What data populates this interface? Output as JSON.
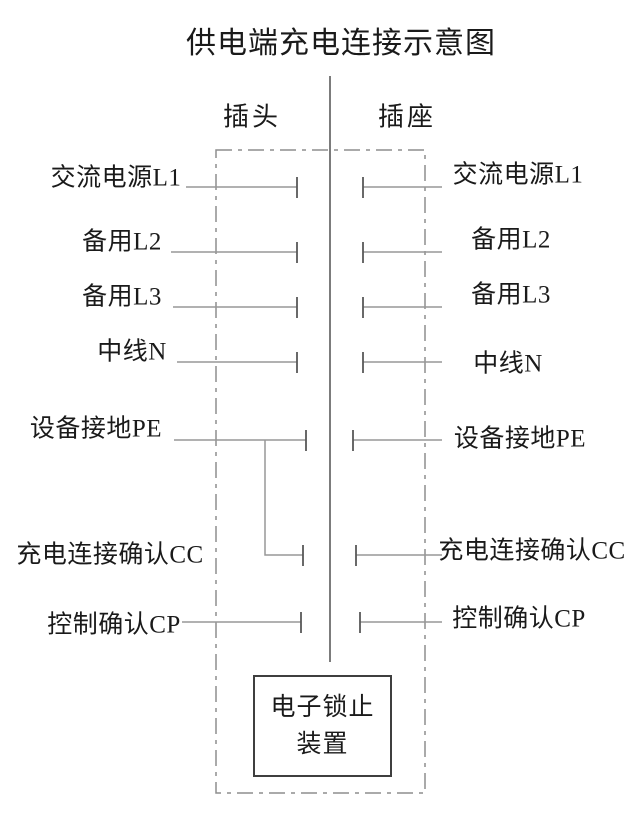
{
  "title": "供电端充电连接示意图",
  "columns": {
    "plug": "插头",
    "socket": "插座"
  },
  "rows": [
    {
      "label": "交流电源L1"
    },
    {
      "label": "备用L2"
    },
    {
      "label": "备用L3"
    },
    {
      "label": "中线N"
    },
    {
      "label": "设备接地PE"
    },
    {
      "label": "充电连接确认CC"
    },
    {
      "label": "控制确认CP"
    }
  ],
  "lock_box": {
    "line1": "电子锁止",
    "line2": "装置"
  },
  "colors": {
    "background": "#ffffff",
    "text": "#1a1a1a",
    "row_line": "#979797",
    "contact_tick": "#585858",
    "dashed_boundary": "#8e8e8e",
    "center_line": "#454545",
    "lock_box_border": "#3f3f3f"
  }
}
